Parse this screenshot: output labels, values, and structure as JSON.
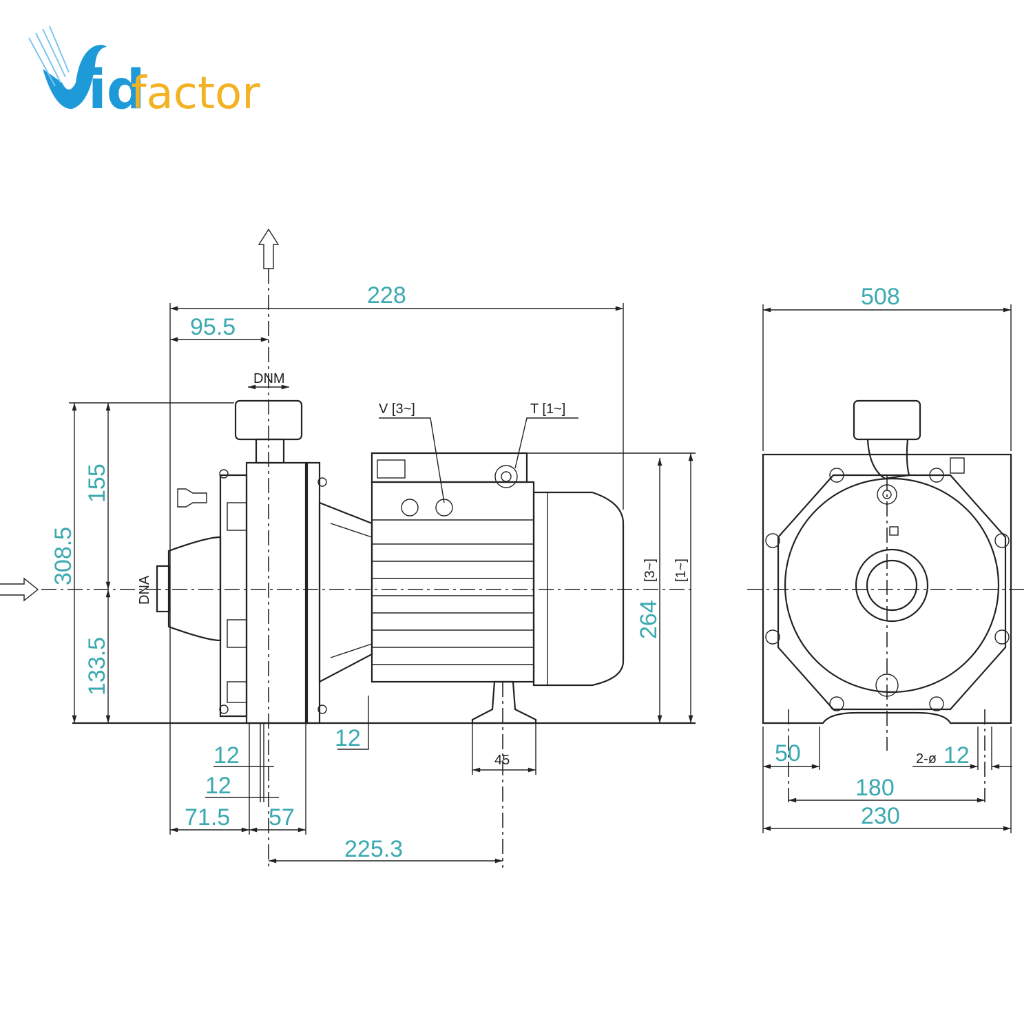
{
  "logo": {
    "brand": "Vidfactor",
    "part1": "id",
    "part2": "factor"
  },
  "colors": {
    "dimension_text": "#3aa9b0",
    "line": "#222222",
    "logo_blue": "#1e9ad8",
    "logo_yellow": "#f3b223"
  },
  "side_view": {
    "overall_length": "228",
    "outlet_offset": "95.5",
    "outlet_label": "DNM",
    "inlet_label": "DNA",
    "voltage_label": "V [3~]",
    "terminal_label": "T [1~]",
    "height_above_axis": "155",
    "total_height": "308.5",
    "height_below_axis": "133.5",
    "motor_height": "264",
    "three_phase": "[3~]",
    "single_phase": "[1~]",
    "foot_thickness": "12",
    "flange_a": "12",
    "flange_b": "12",
    "front_to_axis": "71.5",
    "axis_to_flange": "57",
    "foot_width": "45",
    "axis_to_foot": "225.3"
  },
  "front_view": {
    "overall_height": "508",
    "foot_width": "50",
    "holes_prefix": "2-ø",
    "hole_diameter": "12",
    "hole_spacing": "180",
    "base_width": "230"
  }
}
